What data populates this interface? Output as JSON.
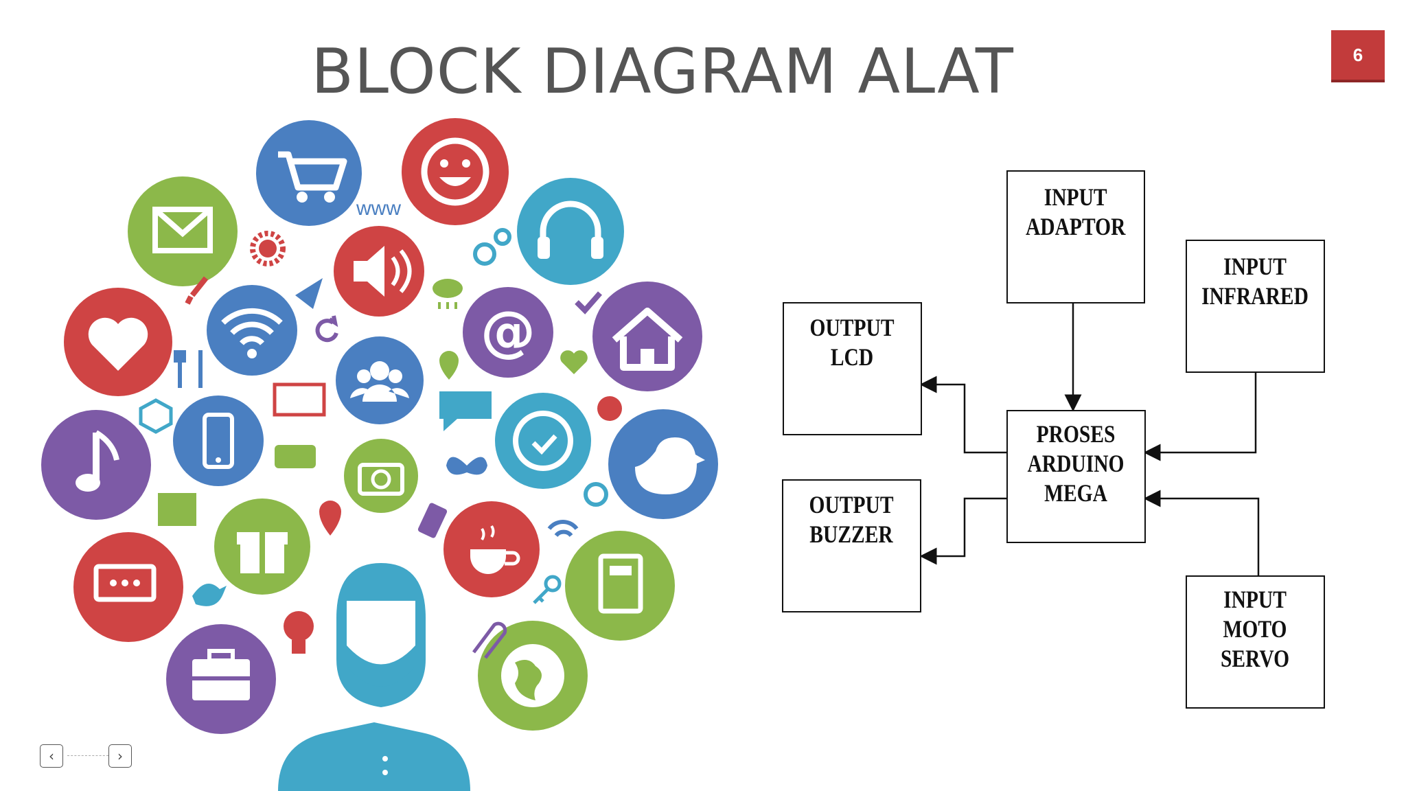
{
  "slide": {
    "title": "BLOCK DIAGRAM ALAT",
    "page_number": "6",
    "accent_color": "#c23b3b"
  },
  "illustration": {
    "www_text": "www",
    "icons": [
      "cart-icon",
      "smiley-icon",
      "mail-icon",
      "headphones-icon",
      "speaker-icon",
      "heart-icon",
      "wifi-icon",
      "at-sign-icon",
      "home-icon",
      "group-icon",
      "music-note-icon",
      "phone-icon",
      "clock-icon",
      "bird-icon",
      "camera-icon",
      "chat-icon",
      "gift-icon",
      "coffee-cup-icon",
      "notebook-icon",
      "briefcase-icon",
      "globe-icon",
      "person-avatar-icon"
    ],
    "colors": {
      "blue": "#4a7fc1",
      "red": "#cf4444",
      "green": "#8cb84a",
      "teal": "#41a7c8",
      "purple": "#7d5aa6"
    }
  },
  "diagram": {
    "blocks": {
      "input_adaptor": "INPUT\nADAPTOR",
      "input_infrared": "INPUT\nINFRARED",
      "output_lcd": "OUTPUT\nLCD",
      "proses": "PROSES\nARDUINO\nMEGA",
      "output_buzzer": "OUTPUT\nBUZZER",
      "input_servo": "INPUT\nMOTO\nSERVO"
    },
    "connections": [
      {
        "from": "input_adaptor",
        "to": "proses"
      },
      {
        "from": "input_infrared",
        "to": "proses"
      },
      {
        "from": "input_servo",
        "to": "proses"
      },
      {
        "from": "proses",
        "to": "output_lcd"
      },
      {
        "from": "proses",
        "to": "output_buzzer"
      }
    ]
  },
  "navigation": {
    "prev_icon": "chevron-left-icon",
    "next_icon": "chevron-right-icon"
  }
}
